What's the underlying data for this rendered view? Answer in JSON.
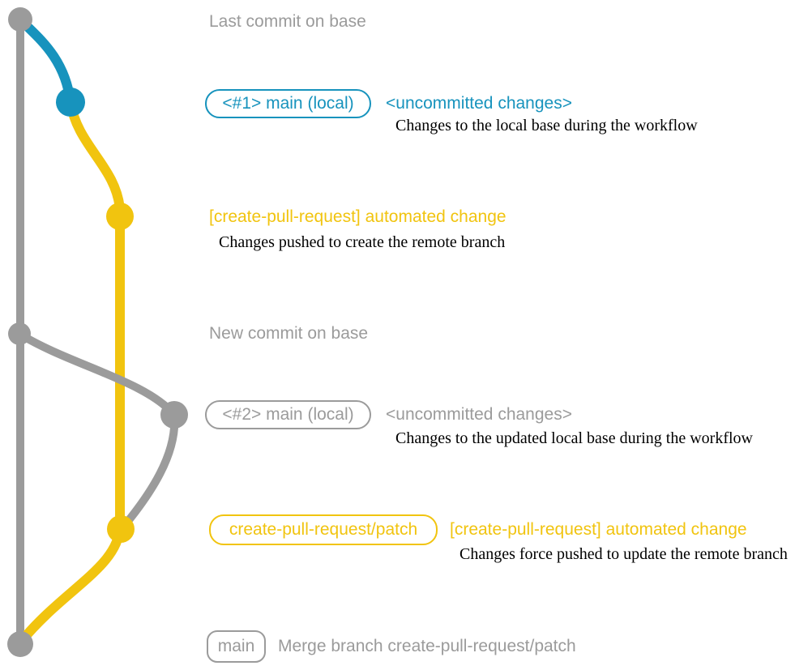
{
  "colors": {
    "gray": "#9b9b9b",
    "blue": "#1793bd",
    "yellow": "#f1c40f",
    "text_dark": "#000000"
  },
  "annotations": {
    "last_commit_text": "Last commit on base",
    "new_commit_text": "New commit on base",
    "row1": {
      "branch_label": "<#1> main (local)",
      "status": "<uncommitted changes>",
      "description": "Changes to the local base during the workflow"
    },
    "auto_commit_1": {
      "label": "[create-pull-request] automated change",
      "description": "Changes pushed to create the remote branch"
    },
    "row2": {
      "branch_label": "<#2> main (local)",
      "status": "<uncommitted changes>",
      "description": "Changes to the updated local base during the workflow"
    },
    "row3": {
      "branch_label": "create-pull-request/patch",
      "label": "[create-pull-request] automated change",
      "description": "Changes force pushed to update the remote branch"
    },
    "row4": {
      "branch_label": "main",
      "message": "Merge branch create-pull-request/patch"
    }
  }
}
